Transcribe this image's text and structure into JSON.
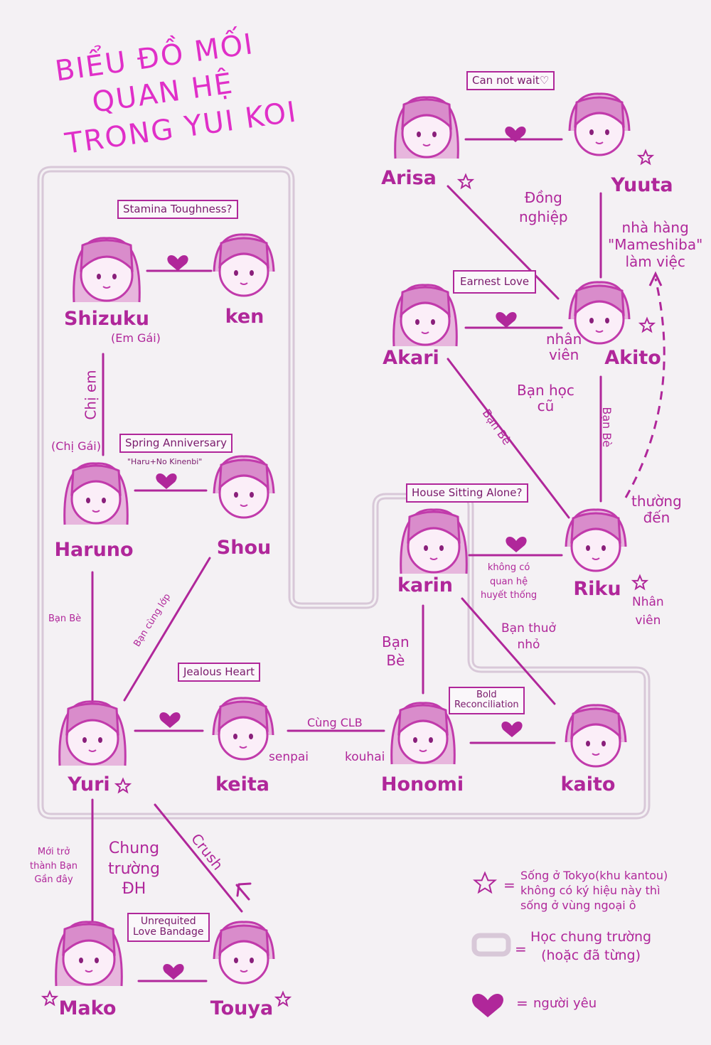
{
  "title": {
    "line1": "BIỂU ĐỒ MỐI",
    "line2": "QUAN HỆ",
    "line3": "TRONG YUI KOI"
  },
  "characters": {
    "arisa": "Arisa",
    "yuuta": "Yuuta",
    "akari": "Akari",
    "akito": "Akito",
    "shizuku": "Shizuku",
    "ken": "ken",
    "haruno": "Haruno",
    "shou": "Shou",
    "karin": "karin",
    "riku": "Riku",
    "yuri": "Yuri",
    "keita": "keita",
    "honomi": "Honomi",
    "kaito": "kaito",
    "mako": "Mako",
    "touya": "Touya"
  },
  "couple_boxes": {
    "arisa_yuuta": "Can not wait♡",
    "shizuku_ken": "Stamina Toughness?",
    "akari_akito": "Earnest Love",
    "haruno_shou": "Spring Anniversary",
    "haruno_shou_sub": "\"Haru+No Kinenbi\"",
    "karin_riku": "House Sitting Alone?",
    "yuri_keita": "Jealous Heart",
    "honomi_kaito_1": "Bold",
    "honomi_kaito_2": "Reconciliation",
    "mako_touya_1": "Unrequited",
    "mako_touya_2": "Love Bandage"
  },
  "relations": {
    "dong_nghiep_1": "Đồng",
    "dong_nghiep_2": "nghiệp",
    "nha_hang_1": "nhà hàng",
    "nha_hang_2": "\"Mameshiba\"",
    "nha_hang_3": "làm việc",
    "nhan_vien_akito_1": "nhân",
    "nhan_vien_akito_2": "viên",
    "ban_hoc_cu_1": "Bạn học",
    "ban_hoc_cu_2": "cũ",
    "ban_be_akari": "Bạn Bè",
    "ban_be_riku": "Bạn Bè",
    "thuong_den_1": "thường",
    "thuong_den_2": "đến",
    "em_gai": "(Em Gái)",
    "chi_em": "Chị em",
    "chi_gai": "(Chị Gái)",
    "khong_quan_he_1": "không có",
    "khong_quan_he_2": "quan hệ",
    "khong_quan_he_3": "huyết thống",
    "nhan_vien_riku_1": "Nhân",
    "nhan_vien_riku_2": "viên",
    "ban_tho_nho_1": "Bạn thuở",
    "ban_tho_nho_2": "nhỏ",
    "ban_be_karin_1": "Bạn",
    "ban_be_karin_2": "Bè",
    "ban_be_haruno": "Bạn Bè",
    "ban_cung_lop": "Bạn cùng lớp",
    "cung_clb": "Cùng CLB",
    "senpai": "senpai",
    "kouhai": "kouhai",
    "moi_tro_1": "Mới trở",
    "moi_tro_2": "thành Bạn",
    "moi_tro_3": "Gần đây",
    "chung_truong_1": "Chung",
    "chung_truong_2": "trường",
    "chung_truong_3": "ĐH",
    "crush": "Crush"
  },
  "legend": {
    "star_1": "Sống ở Tokyo(khu kantou)",
    "star_2": "không có ký hiệu này thì",
    "star_3": "sống ở vùng ngoại ô",
    "box_1": "Học chung trường",
    "box_2": "(hoặc đã từng)",
    "heart": "người yêu"
  },
  "colors": {
    "ink": "#b0279a",
    "title": "#e02fc8",
    "border": "#d8c8d8",
    "paper": "#f4f1f4"
  }
}
